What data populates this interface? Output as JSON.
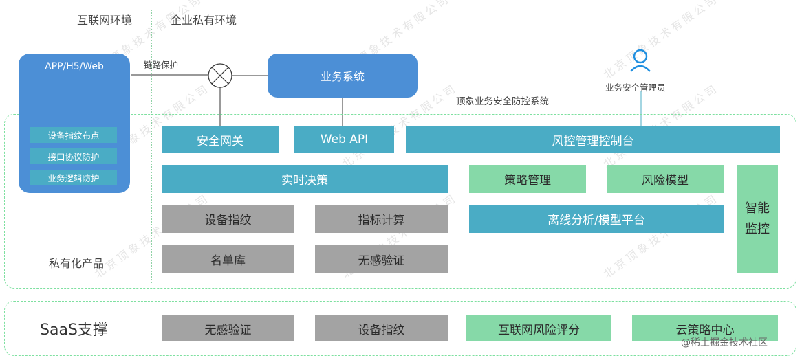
{
  "zones": {
    "internet": "互联网环境",
    "enterprise": "企业私有环境",
    "private_product": "私有化产品",
    "saas": "SaaS支撑"
  },
  "client": {
    "title": "APP/H5/Web",
    "items": [
      "设备指纹布点",
      "接口协议防护",
      "业务逻辑防护"
    ]
  },
  "link_protection": "链路保护",
  "business_system": "业务系统",
  "admin_label": "业务安全管理员",
  "platform_label": "顶象业务安全防控系统",
  "private_modules": {
    "gateway": "安全网关",
    "web_api": "Web API",
    "console": "风控管理控制台",
    "realtime": "实时决策",
    "strategy": "策略管理",
    "risk_model": "风险模型",
    "device_fp": "设备指纹",
    "metric_calc": "指标计算",
    "offline": "离线分析/模型平台",
    "smart_monitor": "智能监控",
    "blacklist": "名单库",
    "silent_verify": "无感验证"
  },
  "saas_modules": [
    "无感验证",
    "设备指纹",
    "互联网风险评分",
    "云策略中心"
  ],
  "watermark": "北京顶象技术有限公司",
  "footer_credit": "@稀土掘金技术社区",
  "colors": {
    "teal": "#4aacc5",
    "green": "#86d9a8",
    "gray": "#a3a3a3",
    "blue": "#4c8fd6",
    "dashed": "#7ee0a0"
  }
}
